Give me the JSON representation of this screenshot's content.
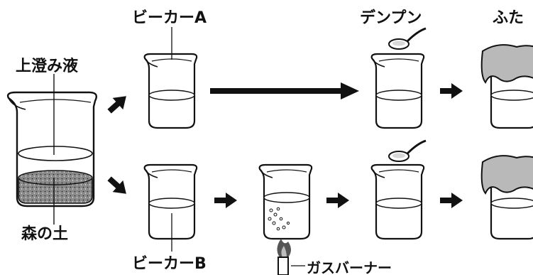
{
  "labels": {
    "supernatant": "上澄み液",
    "forest_soil": "森の土",
    "beaker_a": "ビーカーA",
    "beaker_b": "ビーカーB",
    "starch": "デンプン",
    "lid": "ふた",
    "gas_burner": "ガスバーナー"
  },
  "colors": {
    "ink": "#111111",
    "soil": "#8a8a8a",
    "cloth": "#b9b9b9",
    "flame_outer": "#555555",
    "flame_inner": "#bdbdbd"
  },
  "icons": {
    "spoon": "spoon-icon",
    "flame": "flame-icon",
    "arrow": "arrow-icon"
  }
}
